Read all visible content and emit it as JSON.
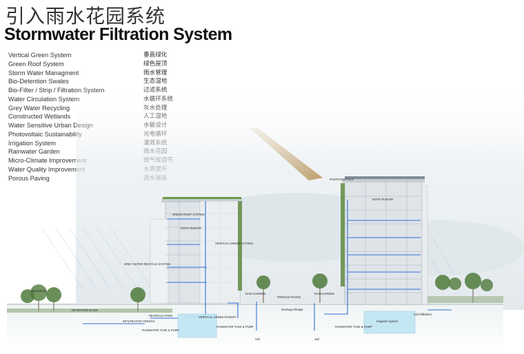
{
  "title_cn": "引入雨水花园系统",
  "title_en": "Stormwater Filtration System",
  "legend": [
    {
      "en": "Vertical Green System",
      "cn": "垂直绿化"
    },
    {
      "en": "Green Roof System",
      "cn": "绿色屋顶"
    },
    {
      "en": "Storm Water Managment",
      "cn": "雨水管理"
    },
    {
      "en": "Bio-Detention Swales",
      "cn": "生态湿地"
    },
    {
      "en": "Bio-Filter / Strip / Filtration System",
      "cn": "过滤系统"
    },
    {
      "en": "Water Circulation System",
      "cn": "水循环系统"
    },
    {
      "en": "Grey Water Recycling",
      "cn": "灰水处理"
    },
    {
      "en": "Constructed Wetlands",
      "cn": "人工湿地"
    },
    {
      "en": "Water Sensitive Urban Design",
      "cn": "水敏设计"
    },
    {
      "en": "Photovoltaic Sustainability",
      "cn": "光电循环"
    },
    {
      "en": "Irrigation System",
      "cn": "灌溉系统"
    },
    {
      "en": "Rainwater Garden",
      "cn": "雨水花园"
    },
    {
      "en": "Micro-Climate Improvement",
      "cn": "微气候调节"
    },
    {
      "en": "Water Quality Improvement",
      "cn": "水质提升"
    },
    {
      "en": "Porous Paving",
      "cn": "透水铺装"
    }
  ],
  "diagram_labels": {
    "photovoltaics": "PHOTOVOLTAICS",
    "roof_runoff_right": "ROOF RUNOFF",
    "green_roof_system": "GREEN ROOF SYSTEM",
    "roof_runoff_left": "ROOF RUNOFF",
    "vertical_green_system": "VERTICAL GREEN SYSTEM",
    "grey_water_recycle": "GREY WATER RECYCLE SYSTEM",
    "bioswale": "BIOSWALE",
    "detention_basin": "DETENTION BASIN",
    "infiltration_trench": "INFILTRATION TRENCH",
    "recirculation": "RECIRCULATION",
    "rainwater_tank_pump_left": "RAINWATER TANK & PUMP",
    "vertical_green_runoff": "VERTICAL GREEN RUNOFF",
    "rainwater_tank_pump_mid": "RAINWATER TANK & PUMP",
    "rain_garden_left": "RAIN GARDEN",
    "porous_paving": "POROUS PAVING",
    "drainage_blindpit": "Drainage blindpit",
    "rain_garden_right": "RAIN GARDEN",
    "rainwater_tank_pump_right": "RAINWATER TANK & PUMP",
    "irrigation_system": "Irrigation System",
    "soil_infiltration": "Soil infiltration",
    "soil_left": "Soil",
    "soil_mid": "Soil"
  },
  "colors": {
    "water": "#2f6fd6",
    "tank": "#bfe6f4",
    "building": "#d8dde2",
    "vegetation": "#4f7a3a",
    "sun_beam": "#c9a870"
  }
}
